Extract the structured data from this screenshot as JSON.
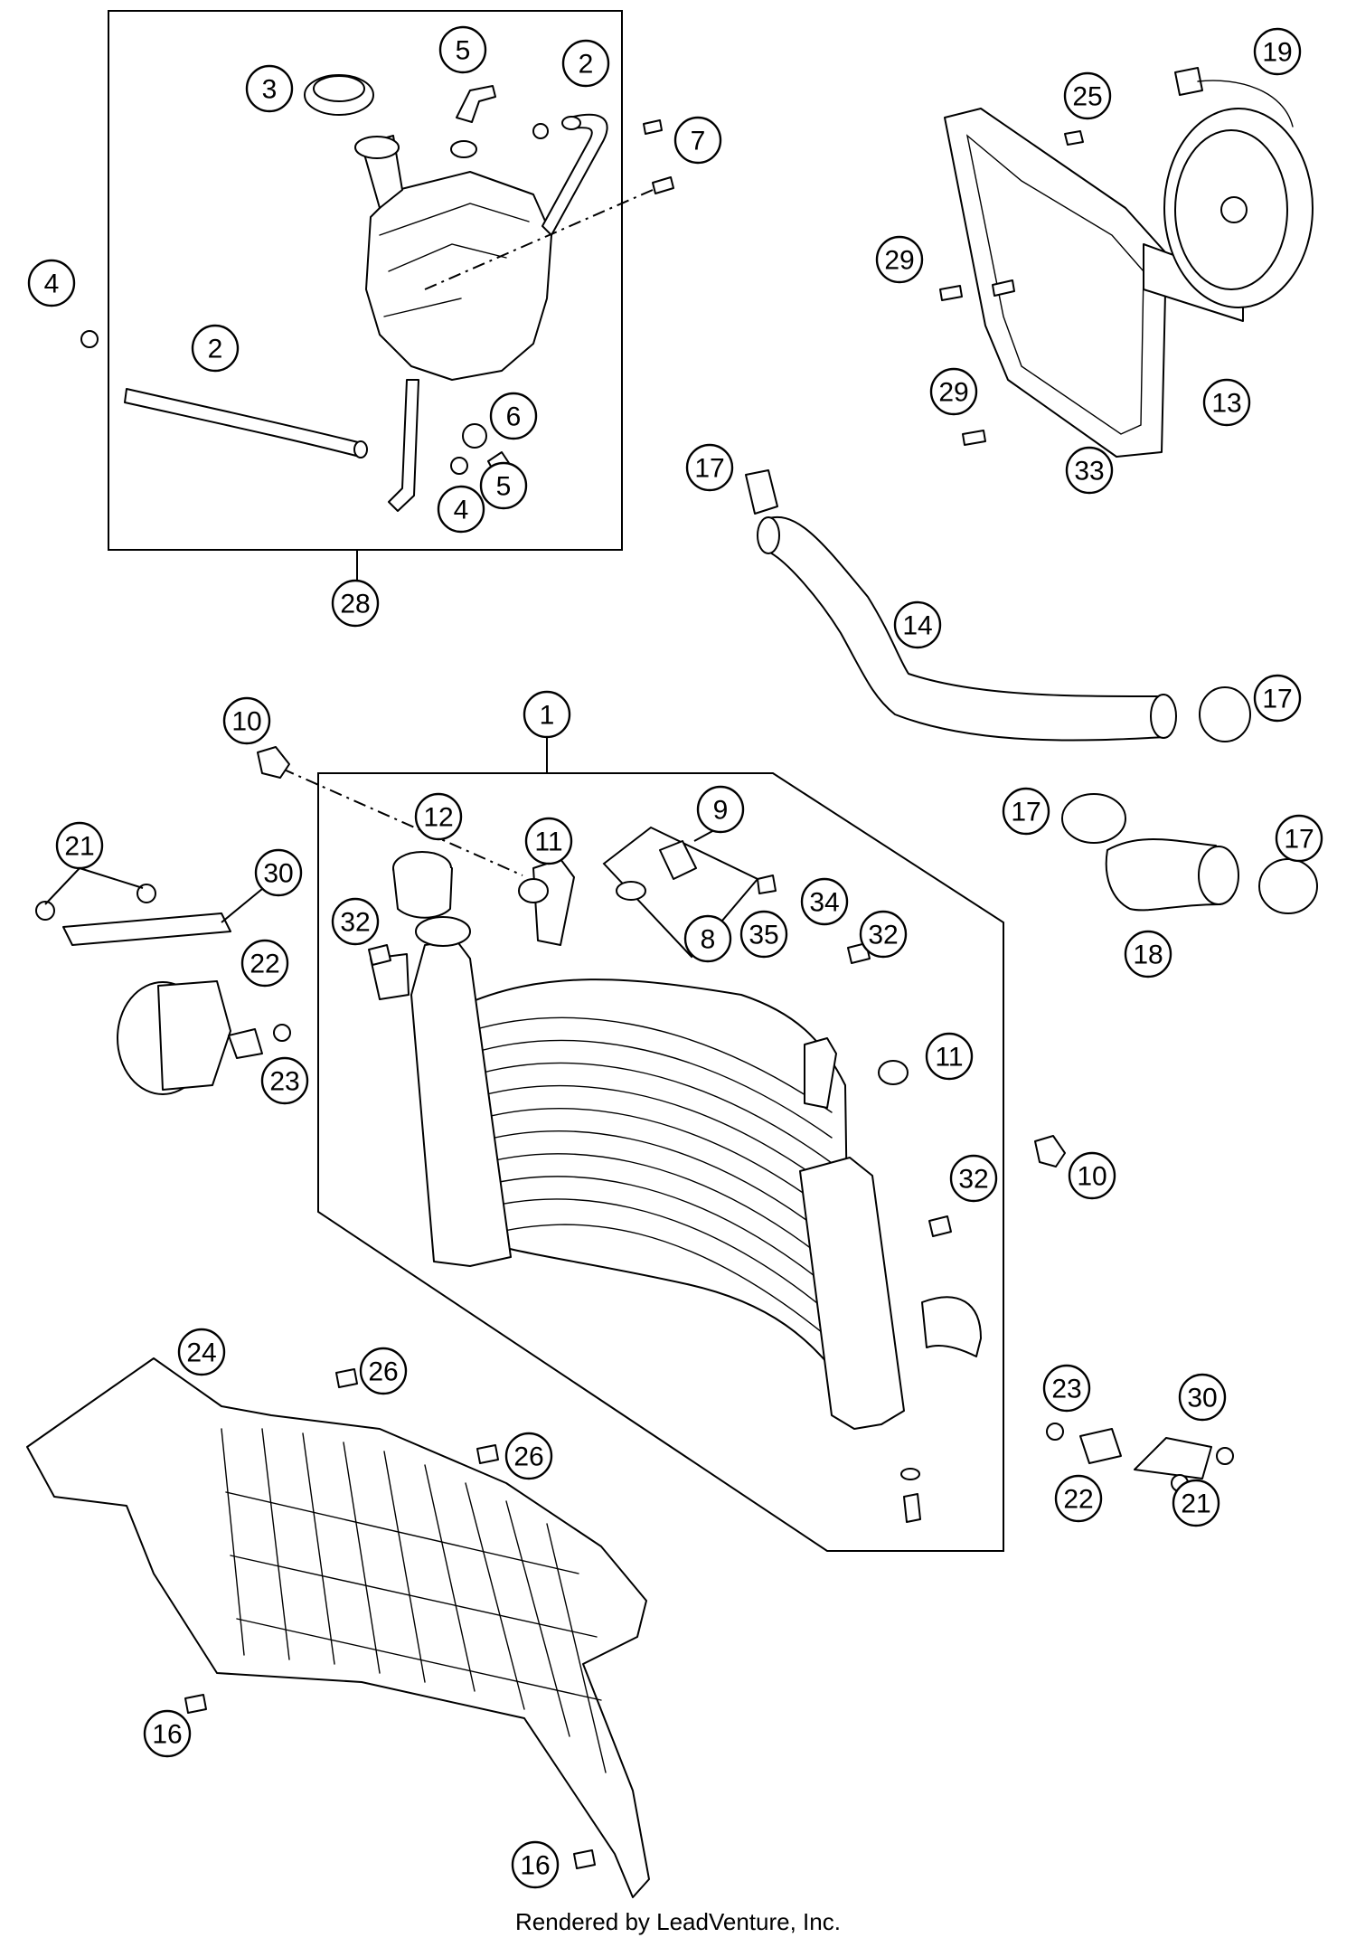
{
  "credit": "Rendered by LeadVenture, Inc.",
  "callouts": [
    {
      "id": "c1",
      "n": "1"
    },
    {
      "id": "c2a",
      "n": "2"
    },
    {
      "id": "c2b",
      "n": "2"
    },
    {
      "id": "c3",
      "n": "3"
    },
    {
      "id": "c4a",
      "n": "4"
    },
    {
      "id": "c4b",
      "n": "4"
    },
    {
      "id": "c5a",
      "n": "5"
    },
    {
      "id": "c5b",
      "n": "5"
    },
    {
      "id": "c6",
      "n": "6"
    },
    {
      "id": "c7",
      "n": "7"
    },
    {
      "id": "c8",
      "n": "8"
    },
    {
      "id": "c9",
      "n": "9"
    },
    {
      "id": "c10a",
      "n": "10"
    },
    {
      "id": "c10b",
      "n": "10"
    },
    {
      "id": "c11a",
      "n": "11"
    },
    {
      "id": "c11b",
      "n": "11"
    },
    {
      "id": "c12",
      "n": "12"
    },
    {
      "id": "c13",
      "n": "13"
    },
    {
      "id": "c14",
      "n": "14"
    },
    {
      "id": "c16a",
      "n": "16"
    },
    {
      "id": "c16b",
      "n": "16"
    },
    {
      "id": "c17a",
      "n": "17"
    },
    {
      "id": "c17b",
      "n": "17"
    },
    {
      "id": "c17c",
      "n": "17"
    },
    {
      "id": "c17d",
      "n": "17"
    },
    {
      "id": "c18",
      "n": "18"
    },
    {
      "id": "c19",
      "n": "19"
    },
    {
      "id": "c21a",
      "n": "21"
    },
    {
      "id": "c21b",
      "n": "21"
    },
    {
      "id": "c22a",
      "n": "22"
    },
    {
      "id": "c22b",
      "n": "22"
    },
    {
      "id": "c23a",
      "n": "23"
    },
    {
      "id": "c23b",
      "n": "23"
    },
    {
      "id": "c24",
      "n": "24"
    },
    {
      "id": "c25",
      "n": "25"
    },
    {
      "id": "c26a",
      "n": "26"
    },
    {
      "id": "c26b",
      "n": "26"
    },
    {
      "id": "c28",
      "n": "28"
    },
    {
      "id": "c29a",
      "n": "29"
    },
    {
      "id": "c29b",
      "n": "29"
    },
    {
      "id": "c30a",
      "n": "30"
    },
    {
      "id": "c30b",
      "n": "30"
    },
    {
      "id": "c32a",
      "n": "32"
    },
    {
      "id": "c32b",
      "n": "32"
    },
    {
      "id": "c32c",
      "n": "32"
    },
    {
      "id": "c33",
      "n": "33"
    },
    {
      "id": "c34",
      "n": "34"
    },
    {
      "id": "c35",
      "n": "35"
    }
  ]
}
